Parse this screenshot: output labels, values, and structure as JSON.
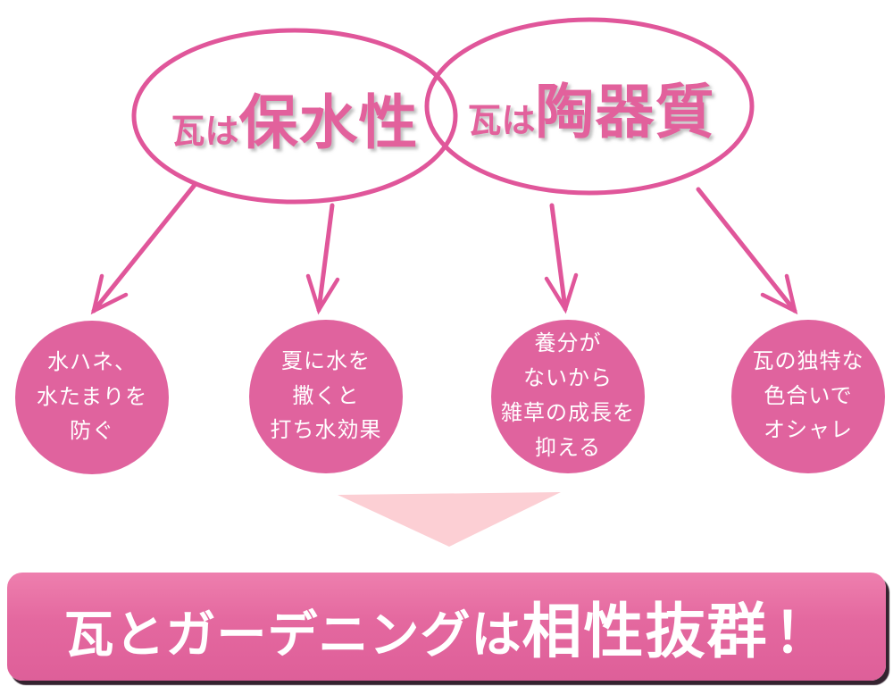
{
  "venn": {
    "left": {
      "prefix": "瓦は",
      "keyword": "保水性"
    },
    "right": {
      "prefix": "瓦は",
      "keyword": "陶器質"
    }
  },
  "benefits": [
    {
      "text": "水ハネ、\n水たまりを\n防ぐ"
    },
    {
      "text": "夏に水を\n撒くと\n打ち水効果"
    },
    {
      "text": "養分が\nないから\n雑草の成長を\n抑える"
    },
    {
      "text": "瓦の独特な\n色合いで\nオシャレ"
    }
  ],
  "conclusion": {
    "prefix": "瓦とガーデニングは",
    "emphasis": "相性抜群",
    "suffix": "！"
  },
  "colors": {
    "outline_pink": "#e0569a",
    "circle_pink": "#e0639e",
    "banner_pink": "#e4689f",
    "banner_shadow": "#2c1a27",
    "triangle_light_pink": "#fccfd4",
    "label_pink": "#e2619c",
    "text_white": "#ffffff"
  }
}
